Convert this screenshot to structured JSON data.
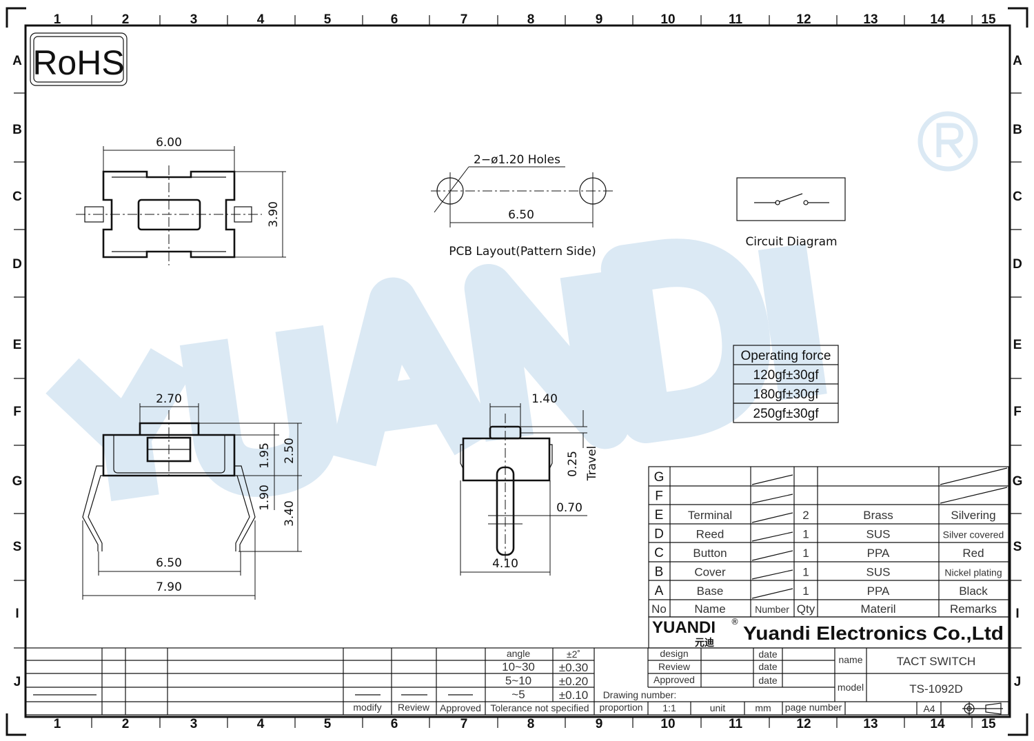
{
  "grid": {
    "columns": [
      "1",
      "2",
      "3",
      "4",
      "5",
      "6",
      "7",
      "8",
      "9",
      "10",
      "11",
      "12",
      "13",
      "14",
      "15"
    ],
    "rows": [
      "A",
      "B",
      "C",
      "D",
      "E",
      "F",
      "G",
      "S",
      "I",
      "J"
    ]
  },
  "rohs": "RoHS",
  "watermark": {
    "text": "YUANDI",
    "registered": "®",
    "color": "#dbe9f4"
  },
  "top_view": {
    "width": "6.00",
    "height": "3.90"
  },
  "pcb_layout": {
    "holes": "2−ø1.20  Holes",
    "pitch": "6.50",
    "caption": "PCB  Layout(Pattern  Side)"
  },
  "circuit": {
    "caption": "Circuit  Diagram"
  },
  "operating_force": {
    "header": "Operating force",
    "values": [
      "120gf±30gf",
      "180gf±30gf",
      "250gf±30gf"
    ]
  },
  "side_view": {
    "button_width": "2.70",
    "d1": "1.95",
    "d2": "2.50",
    "d3": "1.90",
    "d4": "3.40",
    "leg_inner": "6.50",
    "leg_outer": "7.90"
  },
  "end_view": {
    "button_width": "1.40",
    "travel_value": "0.25",
    "travel_label": "Travel",
    "stem": "0.70",
    "width": "4.10"
  },
  "parts": {
    "headers": [
      "No",
      "Name",
      "Number",
      "Qty",
      "Materil",
      "Remarks"
    ],
    "rows": [
      {
        "no": "G",
        "name": "",
        "qty": "",
        "material": "",
        "remarks": ""
      },
      {
        "no": "F",
        "name": "",
        "qty": "",
        "material": "",
        "remarks": ""
      },
      {
        "no": "E",
        "name": "Terminal",
        "qty": "2",
        "material": "Brass",
        "remarks": "Silvering"
      },
      {
        "no": "D",
        "name": "Reed",
        "qty": "1",
        "material": "SUS",
        "remarks": "Silver covered"
      },
      {
        "no": "C",
        "name": "Button",
        "qty": "1",
        "material": "PPA",
        "remarks": "Red"
      },
      {
        "no": "B",
        "name": "Cover",
        "qty": "1",
        "material": "SUS",
        "remarks": "Nickel plating"
      },
      {
        "no": "A",
        "name": "Base",
        "qty": "1",
        "material": "PPA",
        "remarks": "Black"
      }
    ]
  },
  "company": {
    "logo": "YUANDI",
    "logo_cn": "元迪",
    "registered": "®",
    "name": "Yuandi Electronics Co.,Ltd"
  },
  "title_block": {
    "design": "design",
    "review": "Review",
    "approved": "Approved",
    "date": "date",
    "name_label": "name",
    "name_value": "TACT SWITCH",
    "model_label": "model",
    "model_value": "TS-1092D",
    "drawing_number": "Drawing number:",
    "proportion": "proportion",
    "scale": "1:1",
    "unit_label": "unit",
    "unit_value": "mm",
    "page_number": "page number",
    "paper": "A4"
  },
  "tolerance": {
    "rows": [
      [
        "angle",
        "±2˚"
      ],
      [
        "10~30",
        "±0.30"
      ],
      [
        "5~10",
        "±0.20"
      ],
      [
        "~5",
        "±0.10"
      ]
    ],
    "footer": "Tolerance not specified",
    "labels": [
      "modify",
      "Review",
      "Approved"
    ]
  }
}
